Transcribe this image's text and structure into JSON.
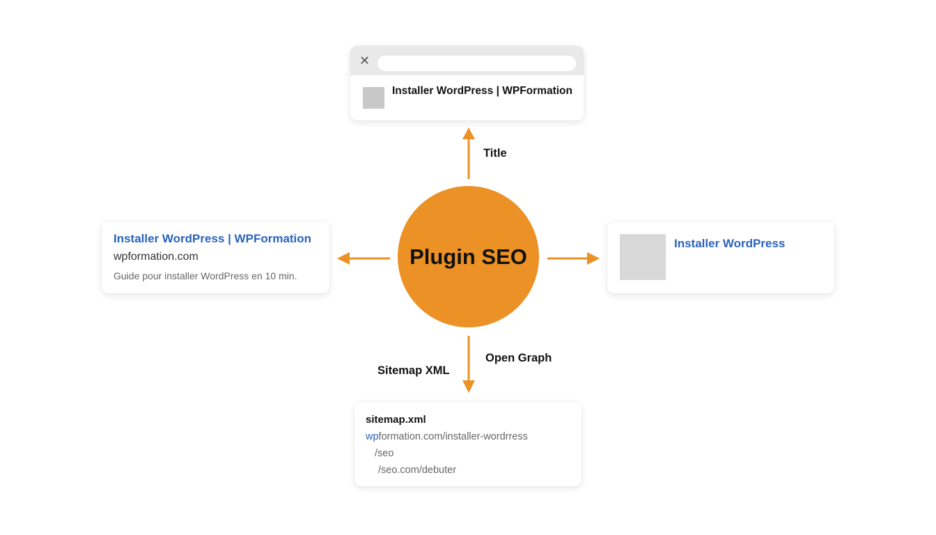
{
  "center": {
    "label": "Plugin SEO"
  },
  "browser_tab": {
    "close_glyph": "✕",
    "title": "Installer WordPress | WPFormation"
  },
  "search_result": {
    "title": "Installer WordPress | WPFormation",
    "url": "wpformation.com",
    "description": "Guide pour installer WordPress en 10 min."
  },
  "open_graph_card": {
    "title": "Installer WordPress"
  },
  "sitemap": {
    "heading": "sitemap.xml",
    "url_prefix": "wp",
    "url_rest": "formation.com/installer-wordrress",
    "path_1": "/seo",
    "path_2": "/seo.com/debuter"
  },
  "labels": {
    "title": "Title",
    "open_graph": "Open Graph",
    "sitemap": "Sitemap XML"
  },
  "colors": {
    "accent": "#eb9125",
    "link": "#2a63bd"
  }
}
